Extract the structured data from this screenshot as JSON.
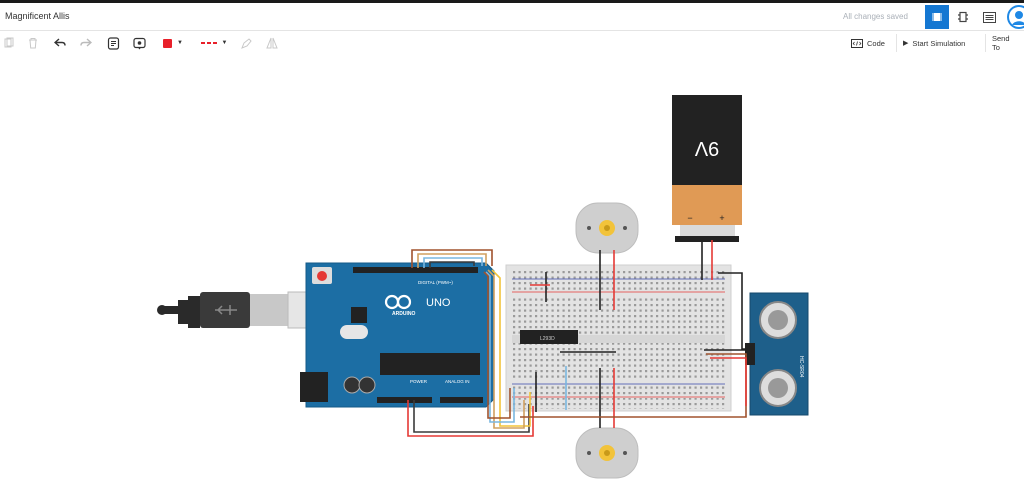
{
  "app": {
    "title": "Magnificent Allis",
    "status": "All changes saved"
  },
  "toolbar": {
    "code_label": "Code",
    "simulate_label": "Start Simulation",
    "send_label": "Send To",
    "fill_color": "#e8202a",
    "wire_color": "#e8202a"
  },
  "circuit": {
    "battery_label": "9V",
    "battery_minus": "−",
    "battery_plus": "+",
    "arduino_brand": "UNO",
    "arduino_name": "ARDUINO",
    "arduino_digital": "DIGITAL (PWM~)",
    "arduino_power": "POWER",
    "arduino_analog": "ANALOG IN",
    "driver_chip": "L293D",
    "sensor_name": "HC-SR04"
  }
}
